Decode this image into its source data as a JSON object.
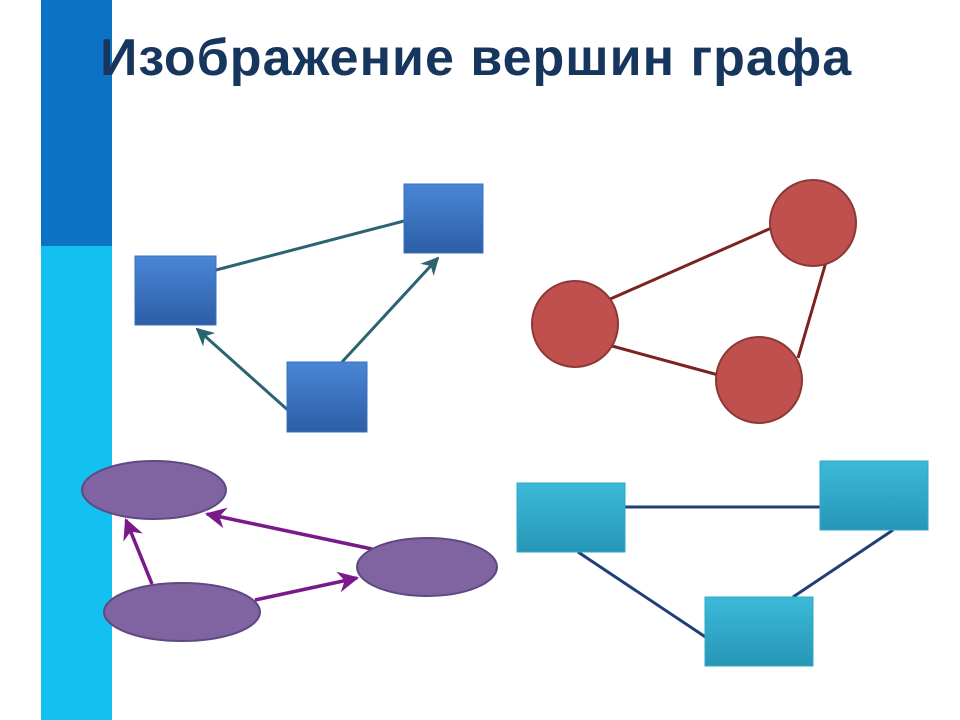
{
  "slide": {
    "title": "Изображение вершин графа"
  },
  "colors": {
    "accent_bar_dark": "#0b72c4",
    "accent_bar_light": "#13c0f0",
    "title_text": "#17365d",
    "square_graph_fill": "#3a6fc0",
    "square_graph_edge": "#2b6470",
    "circle_graph_fill": "#c0504d",
    "circle_graph_edge": "#7a2322",
    "ellipse_graph_fill": "#8064a2",
    "ellipse_graph_edge": "#7a1a8a",
    "rect_graph_fill": "#2ea8c8",
    "rect_graph_edge": "#1f3f78"
  },
  "graphs": [
    {
      "vertex_shape": "square",
      "vertex_count": 3,
      "directed": "mixed"
    },
    {
      "vertex_shape": "circle",
      "vertex_count": 3,
      "directed": false
    },
    {
      "vertex_shape": "ellipse",
      "vertex_count": 3,
      "directed": true
    },
    {
      "vertex_shape": "rectangle",
      "vertex_count": 3,
      "directed": false
    }
  ]
}
